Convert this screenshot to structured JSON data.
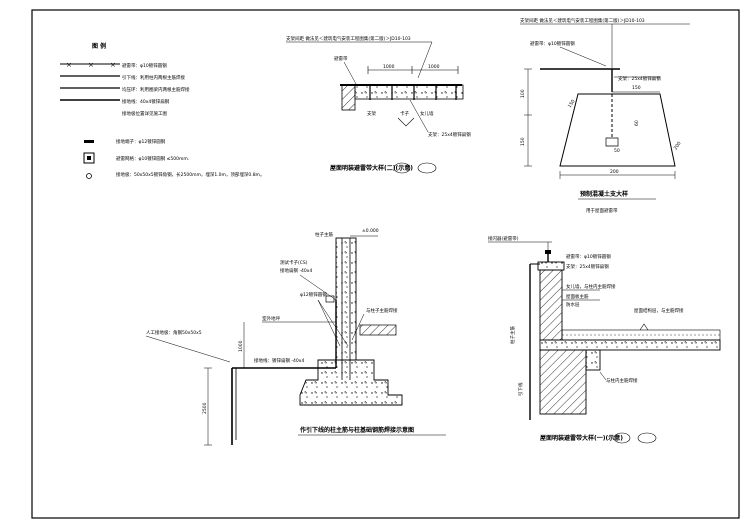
{
  "legend": {
    "title": "图 例",
    "rows": [
      {
        "symbol": "line-x",
        "text": "避雷带：φ10镀锌圆钢"
      },
      {
        "symbol": "line",
        "text": "引下线：利用柱内两根主筋焊接"
      },
      {
        "symbol": "line",
        "text": "均压环：利用圈梁内两根主筋焊接"
      },
      {
        "symbol": "line",
        "text": "接地线：40x4镀锌扁钢"
      },
      {
        "symbol": "none",
        "text": "接地极位置详见施工图"
      }
    ],
    "items": [
      {
        "symbol": "bar",
        "text": "接地端子：φ12镀锌圆钢"
      },
      {
        "symbol": "square",
        "text": "避雷网格：φ10镀锌圆钢 ≤500mm."
      },
      {
        "symbol": "circle",
        "text": "接地极：50x50x5镀锌角钢，长2500mm，埋深1.0m，顶部埋深0.8m。"
      }
    ]
  },
  "detail_top_middle": {
    "ref_note": "支架间距 做法见＜建筑电气安装工程图集(第二版)＞JD10-103",
    "dim_1000_a": "1000",
    "dim_1000_b": "1000",
    "label_rod": "避雷带",
    "label_support": "支架",
    "label_clip": "卡子",
    "label_parapet": "女儿墙",
    "label_flat": "支架：25x4镀锌扁钢",
    "caption": "屋面明装避雷带大样(二)(示意)"
  },
  "detail_top_right": {
    "ref_note": "支架间距 做法见＜建筑电气安装工程图集(第二版)＞JD10-103",
    "label_rod": "避雷带：φ10镀锌圆钢",
    "label_flat": "支架：25x4镀锌扁钢",
    "dim_100": "100",
    "dim_150_v": "150",
    "dim_150_d": "150",
    "dim_150_top": "150",
    "dim_60": "60",
    "dim_50": "50",
    "dim_200": "200",
    "dim_200_d": "200",
    "caption": "预制混凝土支大样",
    "subcaption": "用于屋面避雷带"
  },
  "detail_bottom_middle": {
    "label_column": "柱子主筋",
    "label_top": "±0.000",
    "label_test": "测试卡子(CS)",
    "label_flat_top": "接地扁钢 -40x4",
    "label_bar": "φ12镀锌圆钢",
    "label_weld": "与柱子主筋焊接",
    "label_outdoor": "室外地坪",
    "label_angle": "人工接地极：角钢50x50x5",
    "label_flat_bottom": "接地线：镀锌扁钢 -40x4",
    "dim_1000": "1000",
    "dim_2500": "2500",
    "caption": "作引下线的柱主筋与柱基础钢筋焊接示意图"
  },
  "detail_bottom_right": {
    "label_roof": "接闪器(避雷带)",
    "label_rod": "避雷带：φ10镀锌圆钢",
    "label_flat": "支架：25x4镀锌扁钢",
    "label_parapet": "女儿墙，与柱内主筋焊接",
    "label_slab": "屋面板主筋",
    "label_insul": "防水层",
    "label_main": "柱子主筋",
    "label_downlead": "引下线",
    "label_struct": "屋面结构层，与主筋焊接",
    "label_beam": "与柱内主筋焊接",
    "caption": "屋面明装避雷带大样(一)(示意)"
  }
}
